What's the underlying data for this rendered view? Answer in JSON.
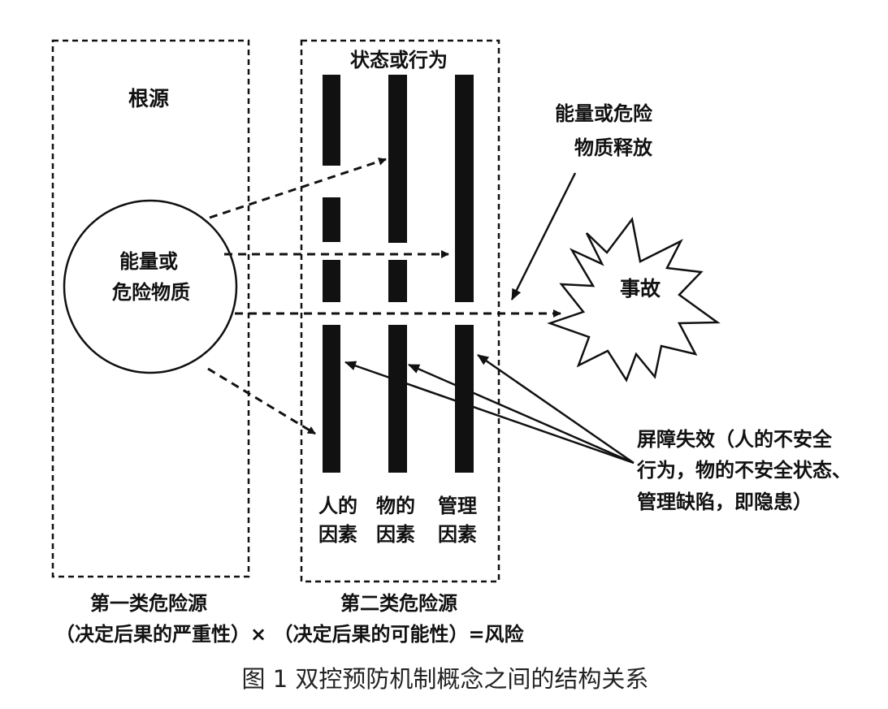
{
  "labels": {
    "root": "根源",
    "state_behavior": "状态或行为",
    "energy_release_line1": "能量或危险",
    "energy_release_line2": "物质释放",
    "circle_line1": "能量或",
    "circle_line2": "危险物质",
    "accident": "事故",
    "barrier_line1": "屏障失效（人的不安全",
    "barrier_line2": "行为，物的不安全状态、",
    "barrier_line3": "管理缺陷，即隐患）",
    "factor_human_line1": "人的",
    "factor_human_line2": "因素",
    "factor_object_line1": "物的",
    "factor_object_line2": "因素",
    "factor_mgmt_line1": "管理",
    "factor_mgmt_line2": "因素",
    "first_hazard": "第一类危险源",
    "second_hazard": "第二类危险源",
    "formula": "（决定后果的严重性）× （决定后果的可能性）=风险"
  },
  "caption": "图 1 双控预防机制概念之间的结构关系",
  "colors": {
    "ink": "#111111",
    "caption": "#222222",
    "background": "#ffffff"
  }
}
